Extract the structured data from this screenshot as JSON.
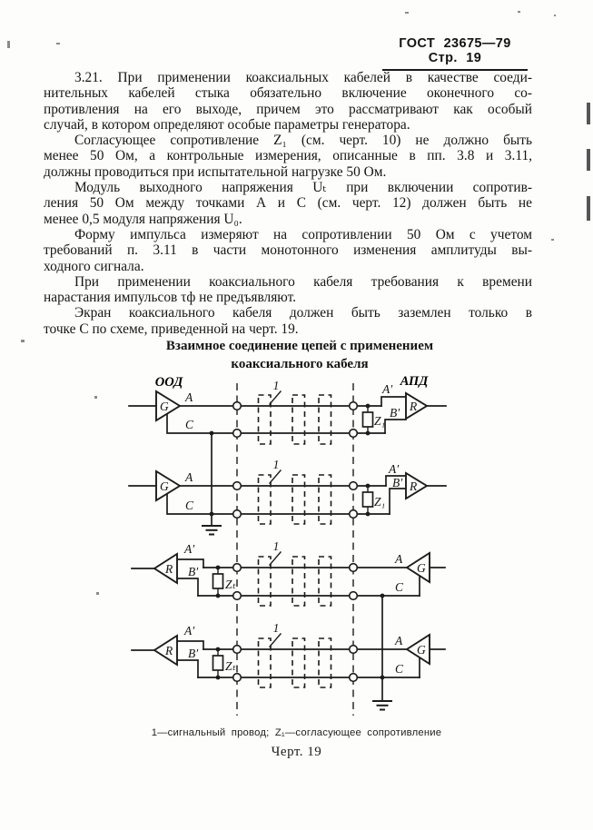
{
  "page": {
    "header": "ГОСТ 23675—79 Стр. 19",
    "figure_title_line1": "Взаимное соединение цепей с применением",
    "figure_title_line2": "коаксиального кабеля",
    "caption": "1—сигнальный провод; Z₁—согласующее сопротивление",
    "figure_number": "Черт. 19"
  },
  "body": {
    "lines": [
      {
        "text": "3.21. При применении коаксиальных кабелей в качестве соеди-",
        "cls": "indent"
      },
      {
        "text": "нительных кабелей стыка обязательно включение оконечного со-",
        "cls": ""
      },
      {
        "text": "противления на его выходе, причем это рассматривают как особый",
        "cls": ""
      },
      {
        "text": "случай, в котором определяют особые параметры генератора.",
        "cls": "last"
      },
      {
        "text": "Согласующее сопротивление Z₁ (см. черт. 10) не должно быть",
        "cls": "indent"
      },
      {
        "text": "менее 50 Ом, а контрольные измерения, описанные в пп. 3.8 и 3.11,",
        "cls": ""
      },
      {
        "text": "должны проводиться при испытательной нагрузке 50 Ом.",
        "cls": "last"
      },
      {
        "text": "Модуль выходного напряжения Uₜ при включении сопротив-",
        "cls": "indent"
      },
      {
        "text": "ления 50 Ом между точками А и С (см. черт. 12) должен быть не",
        "cls": ""
      },
      {
        "text": "менее 0,5 модуля напряжения U₀.",
        "cls": "last"
      },
      {
        "text": "Форму импульса измеряют на сопротивлении 50 Ом с учетом",
        "cls": "indent"
      },
      {
        "text": "требований п. 3.11 в части монотонного изменения амплитуды вы-",
        "cls": ""
      },
      {
        "text": "ходного сигнала.",
        "cls": "last"
      },
      {
        "text": "При применении коаксиального кабеля требования к времени",
        "cls": "indent"
      },
      {
        "text": "нарастания импульсов τф не предъявляют.",
        "cls": "last"
      },
      {
        "text": "Экран коаксиального кабеля должен быть заземлен только в",
        "cls": "indent"
      },
      {
        "text": "точке С по схеме, приведенной на черт. 19.",
        "cls": "last"
      }
    ]
  },
  "diagram": {
    "labels": {
      "ood": "ООД",
      "apd": "АПД",
      "g": "G",
      "r": "R",
      "a": "A",
      "c": "C",
      "a_prime": "A′",
      "b_prime": "B′",
      "z1": "Z₁",
      "zt": "Zₜ",
      "wire": "1"
    }
  }
}
